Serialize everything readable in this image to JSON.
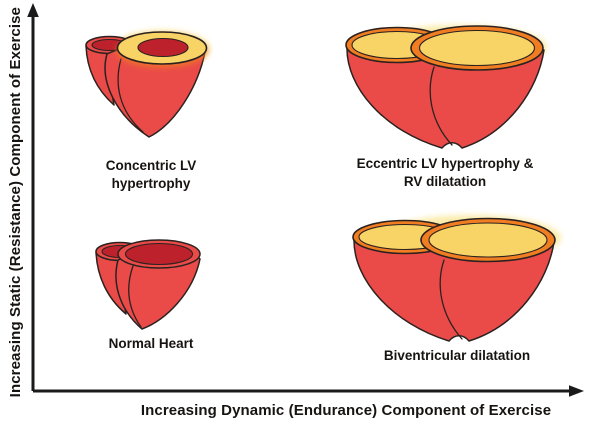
{
  "diagram": {
    "y_axis_label": "Increasing Static (Resistance) Component of Exercise",
    "x_axis_label": "Increasing Dynamic (Endurance) Component of Exercise",
    "quadrants": [
      {
        "position": "top-left",
        "label_lines": [
          "Concentric LV",
          "hypertrophy"
        ],
        "illustration": "small-heart-thick-yellow-lv-wall-narrow-dark-lumen"
      },
      {
        "position": "top-right",
        "label_lines": [
          "Eccentric LV hypertrophy &",
          "RV dilatation"
        ],
        "illustration": "large-heart-two-wide-yellow-chambers-orange-rims"
      },
      {
        "position": "bottom-left",
        "label_lines": [
          "Normal Heart"
        ],
        "illustration": "small-red-heart-two-dark-red-openings"
      },
      {
        "position": "bottom-right",
        "label_lines": [
          "Biventricular dilatation"
        ],
        "illustration": "large-heart-two-very-wide-yellow-chambers-orange-rims"
      }
    ],
    "colors": {
      "heart_body_red": "#ea4b49",
      "lumen_dark_red": "#bd222c",
      "chamber_yellow": "#f8d466",
      "rim_orange": "#f07d22",
      "glow_yellow": "#fae9a0",
      "outline": "#2b2220",
      "axis": "#1a1a1a",
      "background": "#ffffff",
      "text": "#171310"
    }
  }
}
